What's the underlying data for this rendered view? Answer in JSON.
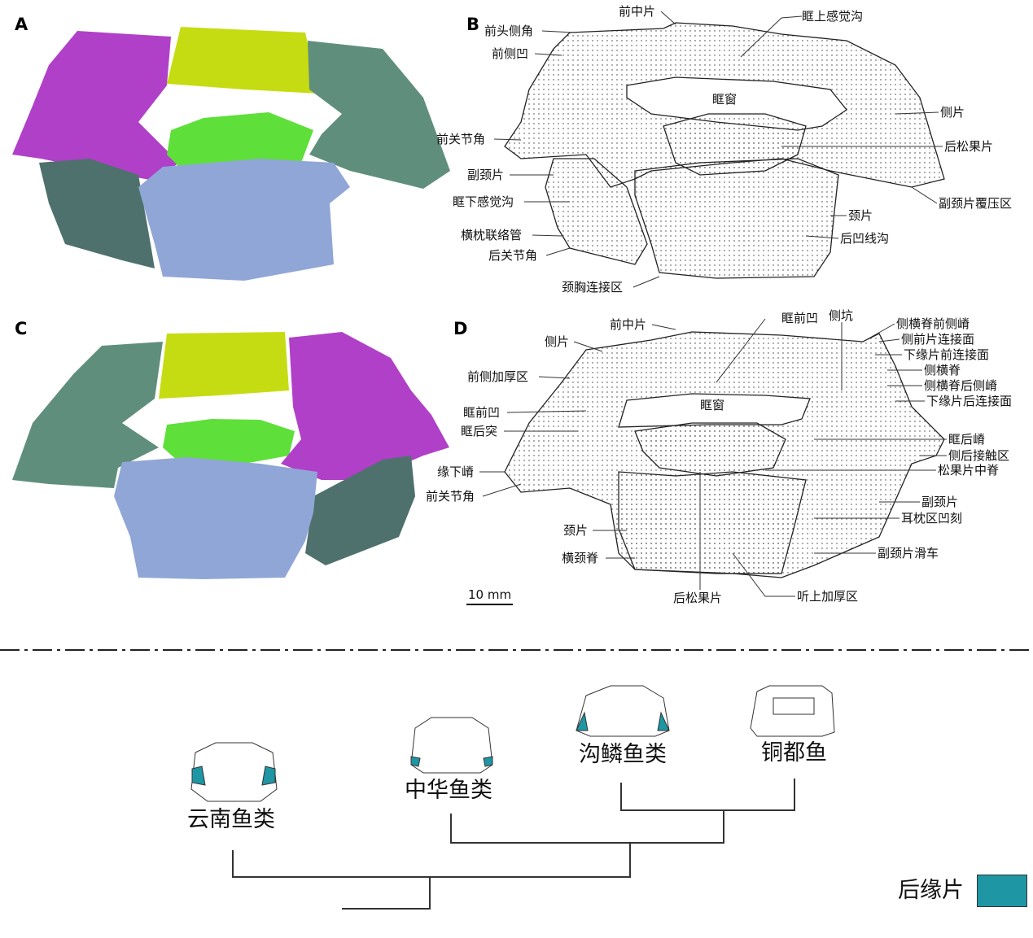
{
  "panels": {
    "a": "A",
    "b": "B",
    "c": "C",
    "d": "D"
  },
  "colors": {
    "purple": "#b040c8",
    "yellow_green": "#c6dc12",
    "green": "#5edf3a",
    "teal_green": "#5f8f7c",
    "dark_teal": "#4e716d",
    "blue": "#90a6d6",
    "posterior_marginal": "#1e96a3"
  },
  "panel_b": {
    "labels": [
      "前中片",
      "眶上感觉沟",
      "前头侧角",
      "前侧凹",
      "侧片",
      "眶窗",
      "前关节角",
      "后松果片",
      "副颈片",
      "眶下感觉沟",
      "副颈片覆压区",
      "颈片",
      "横枕联络管",
      "后凹线沟",
      "后关节角",
      "颈胸连接区"
    ]
  },
  "panel_d": {
    "labels": [
      "前中片",
      "眶前凹",
      "侧坑",
      "侧横脊前侧嵴",
      "侧前片连接面",
      "下缘片前连接面",
      "侧横脊",
      "侧横脊后侧嵴",
      "下缘片后连接面",
      "侧片",
      "前侧加厚区",
      "眶窗",
      "眶前凹",
      "眶后突",
      "眶后嵴",
      "侧后接触区",
      "松果片中脊",
      "缘下嵴",
      "前关节角",
      "副颈片",
      "耳枕区凹刻",
      "颈片",
      "副颈片滑车",
      "横颈脊",
      "后松果片",
      "听上加厚区"
    ],
    "scale_bar": "10 mm"
  },
  "cladogram": {
    "taxa": [
      "云南鱼类",
      "中华鱼类",
      "沟鳞鱼类",
      "铜都鱼"
    ],
    "legend_label": "后缘片"
  }
}
